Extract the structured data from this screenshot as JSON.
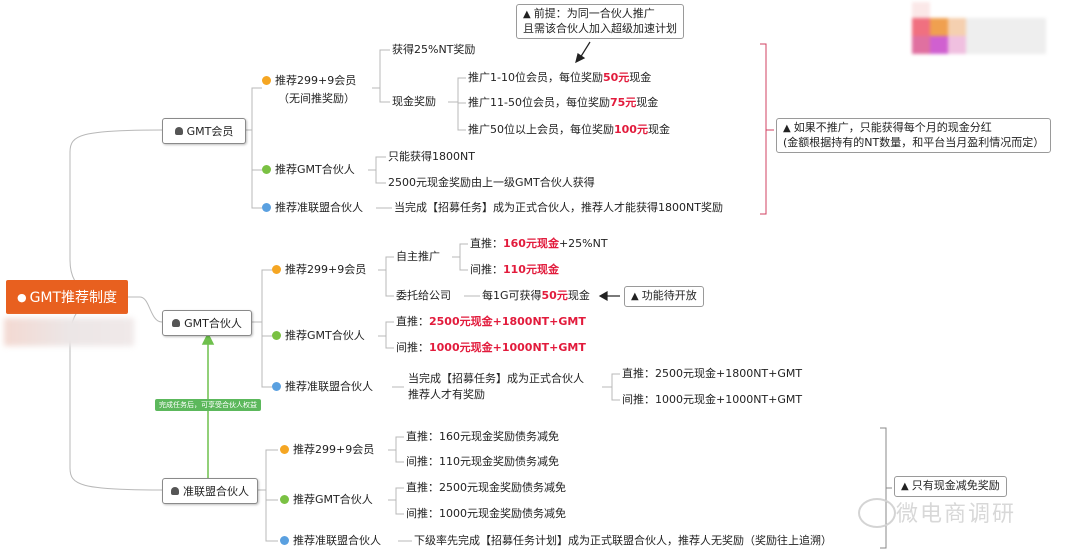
{
  "root": {
    "icon": "money-bag-icon",
    "label": "GMT推荐制度"
  },
  "member": {
    "label": "GMT会员",
    "b1": {
      "label": "推荐299+9会员",
      "sub": "（无间推奖励）",
      "nt": "获得25%NT奖励",
      "cash": "现金奖励",
      "r1a": "推广1-10位会员，每位奖励",
      "r1b": "50元",
      "r1c": "现金",
      "r2a": "推广11-50位会员，每位奖励",
      "r2b": "75元",
      "r2c": "现金",
      "r3a": "推广50位以上会员，每位奖励",
      "r3b": "100元",
      "r3c": "现金"
    },
    "b2": {
      "label": "推荐GMT合伙人",
      "c1": "只能获得1800NT",
      "c2": "2500元现金奖励由上一级GMT合伙人获得"
    },
    "b3": {
      "label": "推荐准联盟合伙人",
      "c1": "当完成【招募任务】成为正式合伙人，推荐人才能获得1800NT奖励"
    },
    "note_top_l1": "前提：为同一合伙人推广",
    "note_top_l2": "且需该合伙人加入超级加速计划",
    "note_right_l1": "如果不推广，只能获得每个月的现金分红",
    "note_right_l2": "(金额根据持有的NT数量，和平台当月盈利情况而定）"
  },
  "partner": {
    "label": "GMT合伙人",
    "b1": {
      "label": "推荐299+9会员",
      "self": "自主推广",
      "d1a": "直推：",
      "d1b": "160元现金",
      "d1c": "+25%NT",
      "d2a": "间推：",
      "d2b": "110元现金",
      "entrust": "委托给公司",
      "e1a": "每1G可获得",
      "e1b": "50元",
      "e1c": "现金",
      "note": "功能待开放"
    },
    "b2": {
      "label": "推荐GMT合伙人",
      "d1a": "直推：",
      "d1b": "2500元现金+1800NT+GMT",
      "d2a": "间推：",
      "d2b": "1000元现金+1000NT+GMT"
    },
    "b3": {
      "label": "推荐准联盟合伙人",
      "c1": "当完成【招募任务】成为正式合伙人",
      "c2": "推荐人才有奖励",
      "d1": "直推：2500元现金+1800NT+GMT",
      "d2": "间推：1000元现金+1000NT+GMT"
    },
    "green_tag": "完成任务后，可享受合伙人权益"
  },
  "associate": {
    "label": "准联盟合伙人",
    "b1": {
      "label": "推荐299+9会员",
      "d1": "直推：160元现金奖励债务减免",
      "d2": "间推：110元现金奖励债务减免"
    },
    "b2": {
      "label": "推荐GMT合伙人",
      "d1": "直推：2500元现金奖励债务减免",
      "d2": "间推：1000元现金奖励债务减免"
    },
    "b3": {
      "label": "推荐准联盟合伙人",
      "c1": "下级率先完成【招募任务计划】成为正式联盟合伙人，推荐人无奖励（奖励往上追溯）"
    },
    "note_l1": "只有现金减免奖励"
  },
  "watermark": "微电商调研",
  "colors": {
    "root": "#e8601f",
    "highlight": "#e21b3c",
    "line": "#b0b0b0",
    "bracket": "#d04060"
  }
}
